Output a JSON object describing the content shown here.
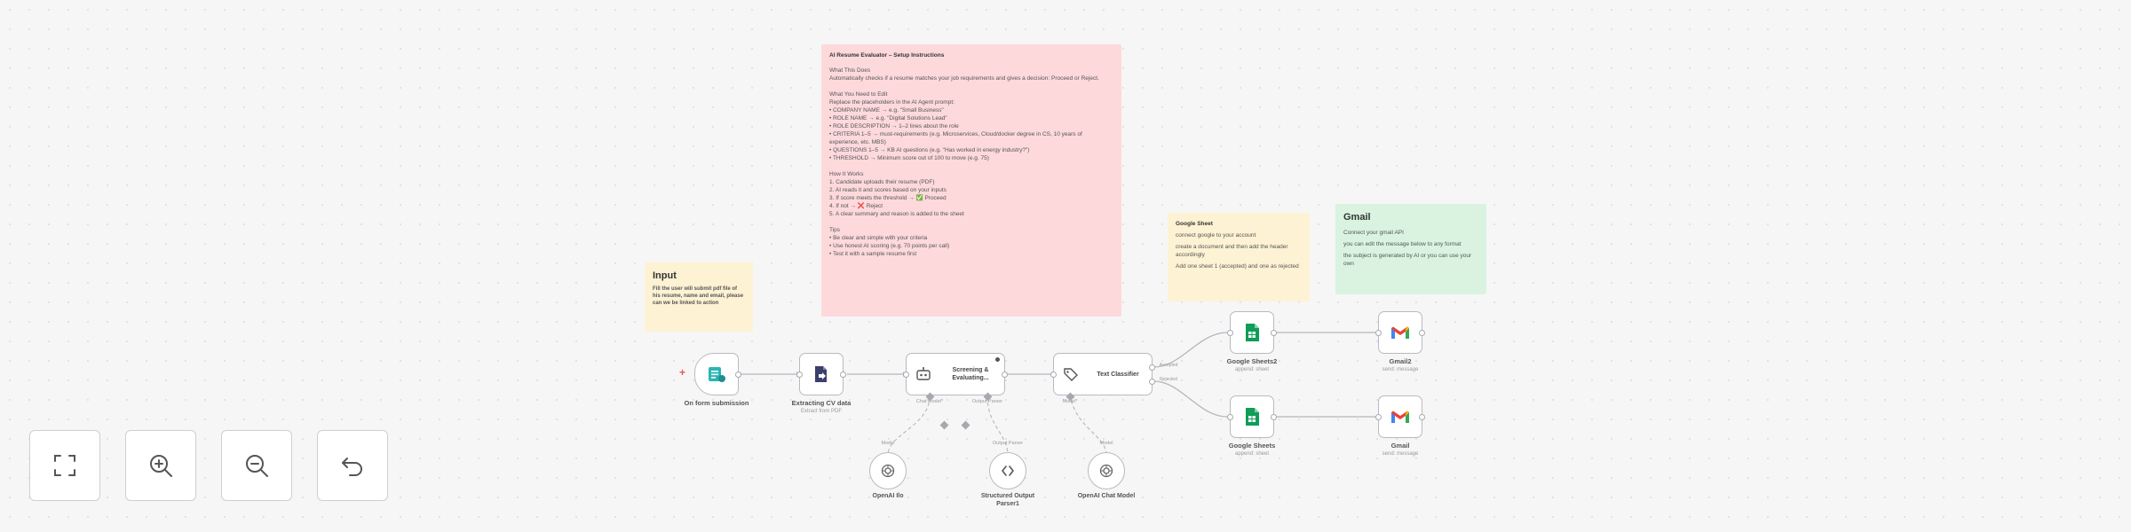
{
  "canvas": {
    "trigger_marker": "+"
  },
  "sticky_notes": {
    "input": {
      "title": "Input",
      "body": "Fill the user will submit pdf file of his resume, name and email, please can we be linked to action"
    },
    "instructions": {
      "title": "AI Resume Evaluator – Setup Instructions",
      "lines": [
        "What This Does",
        "Automatically checks if a resume matches your job requirements and gives a decision: Proceed or Reject.",
        "",
        "What You Need to Edit",
        "Replace the placeholders in the AI Agent prompt:",
        "• COMPANY NAME → e.g. \"Small Business\"",
        "• ROLE NAME → e.g. \"Digital Solutions Lead\"",
        "• ROLE DESCRIPTION → 1–2 lines about the role",
        "• CRITERIA 1–5 → must-requirements (e.g. Microservices, Cloud/docker degree in CS, 10 years of",
        "experience, etc. MBS)",
        "• QUESTIONS 1–5 → KB AI questions (e.g. \"Has worked in energy industry?\")",
        "• THRESHOLD → Minimum score out of 100 to move (e.g. 75)",
        "",
        "How It Works",
        "1. Candidate uploads their resume (PDF)",
        "2. AI reads it and scores based on your inputs",
        "3. If score meets the threshold → ✅ Proceed",
        "4. If not → ❌ Reject",
        "5. A clear summary and reason is added to the sheet",
        "",
        "Tips",
        "• Be clear and simple with your criteria",
        "• Use honest AI scoring (e.g. 70 points per call)",
        "• Test it with a sample resume first"
      ]
    },
    "google_sheet": {
      "title": "Google Sheet",
      "paragraphs": [
        "connect google to your account",
        "create a document and then add the header accordingly",
        "Add one sheet 1 (accepted) and one as rejected"
      ]
    },
    "gmail": {
      "title": "Gmail",
      "paragraphs": [
        "Connect your gmail API",
        "you can edit the message below to any format",
        "the subject is generated by AI or you can use your own"
      ]
    }
  },
  "nodes": {
    "form": {
      "label": "On form submission",
      "icon": "form-icon"
    },
    "extract": {
      "label": "Extracting CV data",
      "sub": "Extract from PDF",
      "icon": "pdf-extract-icon"
    },
    "agent": {
      "label": "Screening & Evaluating...",
      "line1": "Screening &",
      "line2": "Evaluating...",
      "icon": "robot-icon",
      "ports": [
        "Chat Model*",
        "Output Parser"
      ]
    },
    "classifier": {
      "label": "Text Classifier",
      "icon": "tag-icon",
      "port": "Model*",
      "outputs": [
        "Accepted",
        "Rejected"
      ]
    },
    "sheets2": {
      "label": "Google Sheets2",
      "sub": "append: sheet",
      "icon": "google-sheets-icon"
    },
    "sheets": {
      "label": "Google Sheets",
      "sub": "append: sheet",
      "icon": "google-sheets-icon"
    },
    "gmail2": {
      "label": "Gmail2",
      "sub": "send: message",
      "icon": "gmail-icon"
    },
    "gmail": {
      "label": "Gmail",
      "sub": "send: message",
      "icon": "gmail-icon"
    },
    "openai1": {
      "label": "OpenAI Ilo",
      "icon": "openai-icon"
    },
    "parser": {
      "label": "Structured Output Parser1",
      "line1": "Structured Output",
      "line2": "Parser1",
      "icon": "code-braces-icon"
    },
    "openai2": {
      "label": "OpenAI Chat Model",
      "icon": "openai-icon"
    }
  },
  "edge_labels": {
    "model": "Model",
    "output_parser": "Output Parser"
  },
  "controls": {
    "fit": {
      "icon": "fit-view-icon"
    },
    "zoom_in": {
      "icon": "zoom-in-icon"
    },
    "zoom_out": {
      "icon": "zoom-out-icon"
    },
    "reset": {
      "icon": "undo-icon"
    }
  },
  "colors": {
    "sticky_yellow": "#fdf2d3",
    "sticky_pink": "#fdd9dc",
    "sticky_green": "#d9f3e0",
    "sheets_green": "#0f9d58",
    "form_teal": "#29b6b6",
    "gmail_red": "#ea4335"
  }
}
